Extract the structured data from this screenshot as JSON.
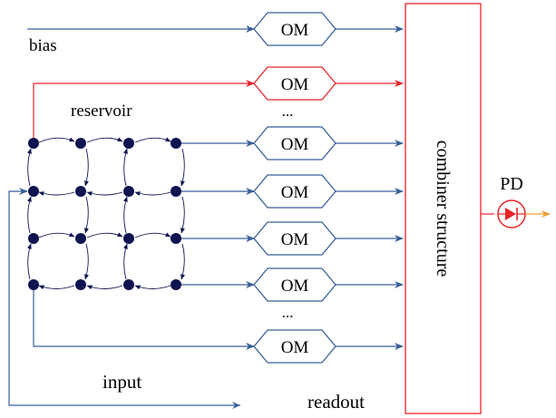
{
  "labels": {
    "bias": "bias",
    "reservoir": "reservoir",
    "input": "input",
    "readout": "readout",
    "combiner": "combiner structure",
    "pd": "PD",
    "om": "OM",
    "ellipsis_top": "...",
    "ellipsis_bottom": "..."
  },
  "colors": {
    "blue": "#3a5f9a",
    "red": "#e8242a",
    "node": "#0f1450",
    "orange": "#f0a030"
  },
  "reservoir_grid": {
    "rows": 4,
    "cols": 4
  },
  "modulators": [
    {
      "id": "om-bias",
      "color": "blue"
    },
    {
      "id": "om-red",
      "color": "red"
    },
    {
      "id": "om-row1",
      "color": "blue"
    },
    {
      "id": "om-row2",
      "color": "blue"
    },
    {
      "id": "om-row3",
      "color": "blue"
    },
    {
      "id": "om-row4",
      "color": "blue"
    },
    {
      "id": "om-bottom",
      "color": "blue"
    }
  ]
}
